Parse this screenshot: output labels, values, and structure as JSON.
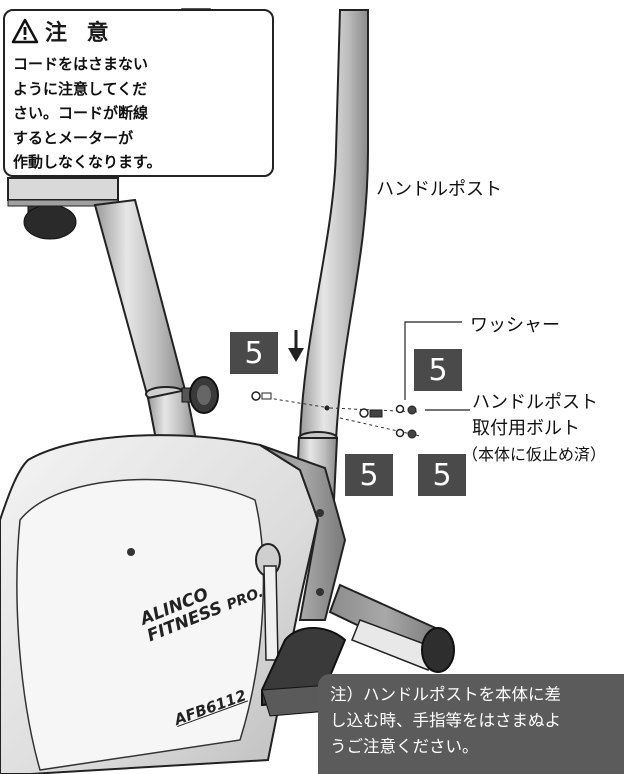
{
  "caution": {
    "title": "注 意",
    "icon": "warning-triangle-icon",
    "lines": [
      "コードをはさまない",
      "ように注意してくだ",
      "さい。コードが断線",
      "するとメーターが",
      "作動しなくなります。"
    ]
  },
  "labels": {
    "handle_post": "ハンドルポスト",
    "washer": "ワッシャー",
    "bolt_line1": "ハンドルポスト",
    "bolt_line2": "取付用ボルト",
    "bolt_line3": "（本体に仮止め済）"
  },
  "branding": {
    "logo_line1": "ALINCO",
    "logo_line2": "FITNESS",
    "logo_pro": "PRO.",
    "model": "AFB6112"
  },
  "steps": [
    "5",
    "5",
    "5",
    "5"
  ],
  "note": {
    "lines": [
      "注）ハンドルポストを本体に差",
      "し込む時、手指等をはさまぬよ",
      "うご注意ください。"
    ]
  },
  "colors": {
    "badge": "#4a4a4a",
    "note_bg": "#5b5b5b",
    "outline": "#222222"
  }
}
